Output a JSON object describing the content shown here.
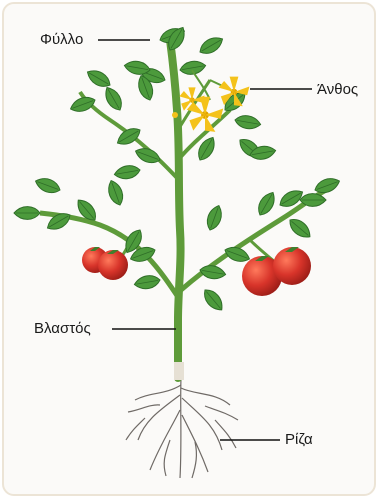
{
  "labels": {
    "leaf": "Φύλλο",
    "flower": "Άνθος",
    "stem": "Βλαστός",
    "root": "Ρίζα"
  },
  "colors": {
    "leaf_fill": "#4c9a3c",
    "leaf_dark": "#2f6e28",
    "stem": "#5e9b3a",
    "flower": "#f4c21b",
    "tomato": "#d8342a",
    "root": "#6f6a66"
  }
}
